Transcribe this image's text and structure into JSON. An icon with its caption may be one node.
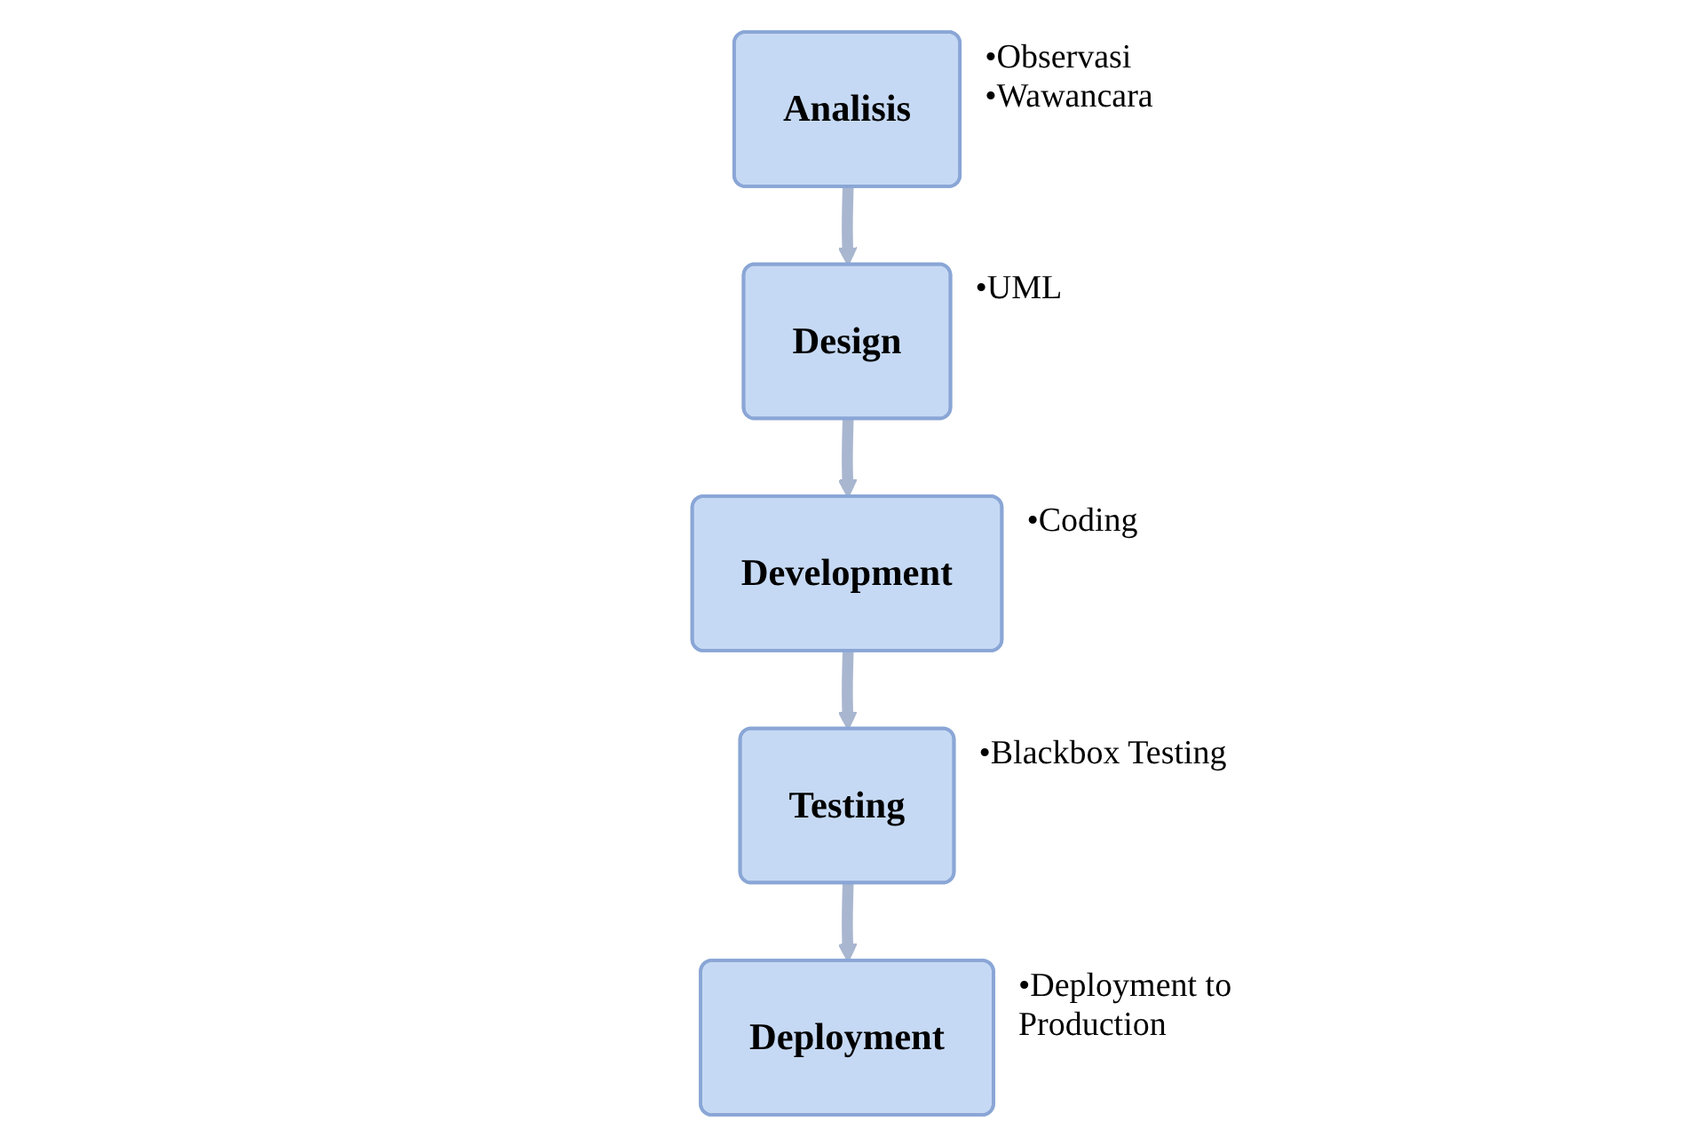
{
  "diagram": {
    "nodes": [
      {
        "text": [
          "Analisis"
        ],
        "beside": [
          "•Observasi",
          "•Wawancara"
        ]
      },
      {
        "text": [
          "Design"
        ],
        "beside": [
          "•UML"
        ]
      },
      {
        "text": [
          "Development"
        ],
        "beside": [
          "•Coding"
        ]
      },
      {
        "text": [
          "Testing"
        ],
        "beside": [
          "•Blackbox Testing"
        ]
      },
      {
        "text": [
          "Deployment"
        ],
        "beside": [
          "•Deployment to Production"
        ]
      }
    ],
    "edges": [
      {
        "from": 0,
        "to": 1,
        "arrow": "to"
      },
      {
        "from": 1,
        "to": 2,
        "arrow": "to"
      },
      {
        "from": 2,
        "to": 3,
        "arrow": "to"
      },
      {
        "from": 3,
        "to": 4,
        "arrow": "to"
      }
    ]
  }
}
